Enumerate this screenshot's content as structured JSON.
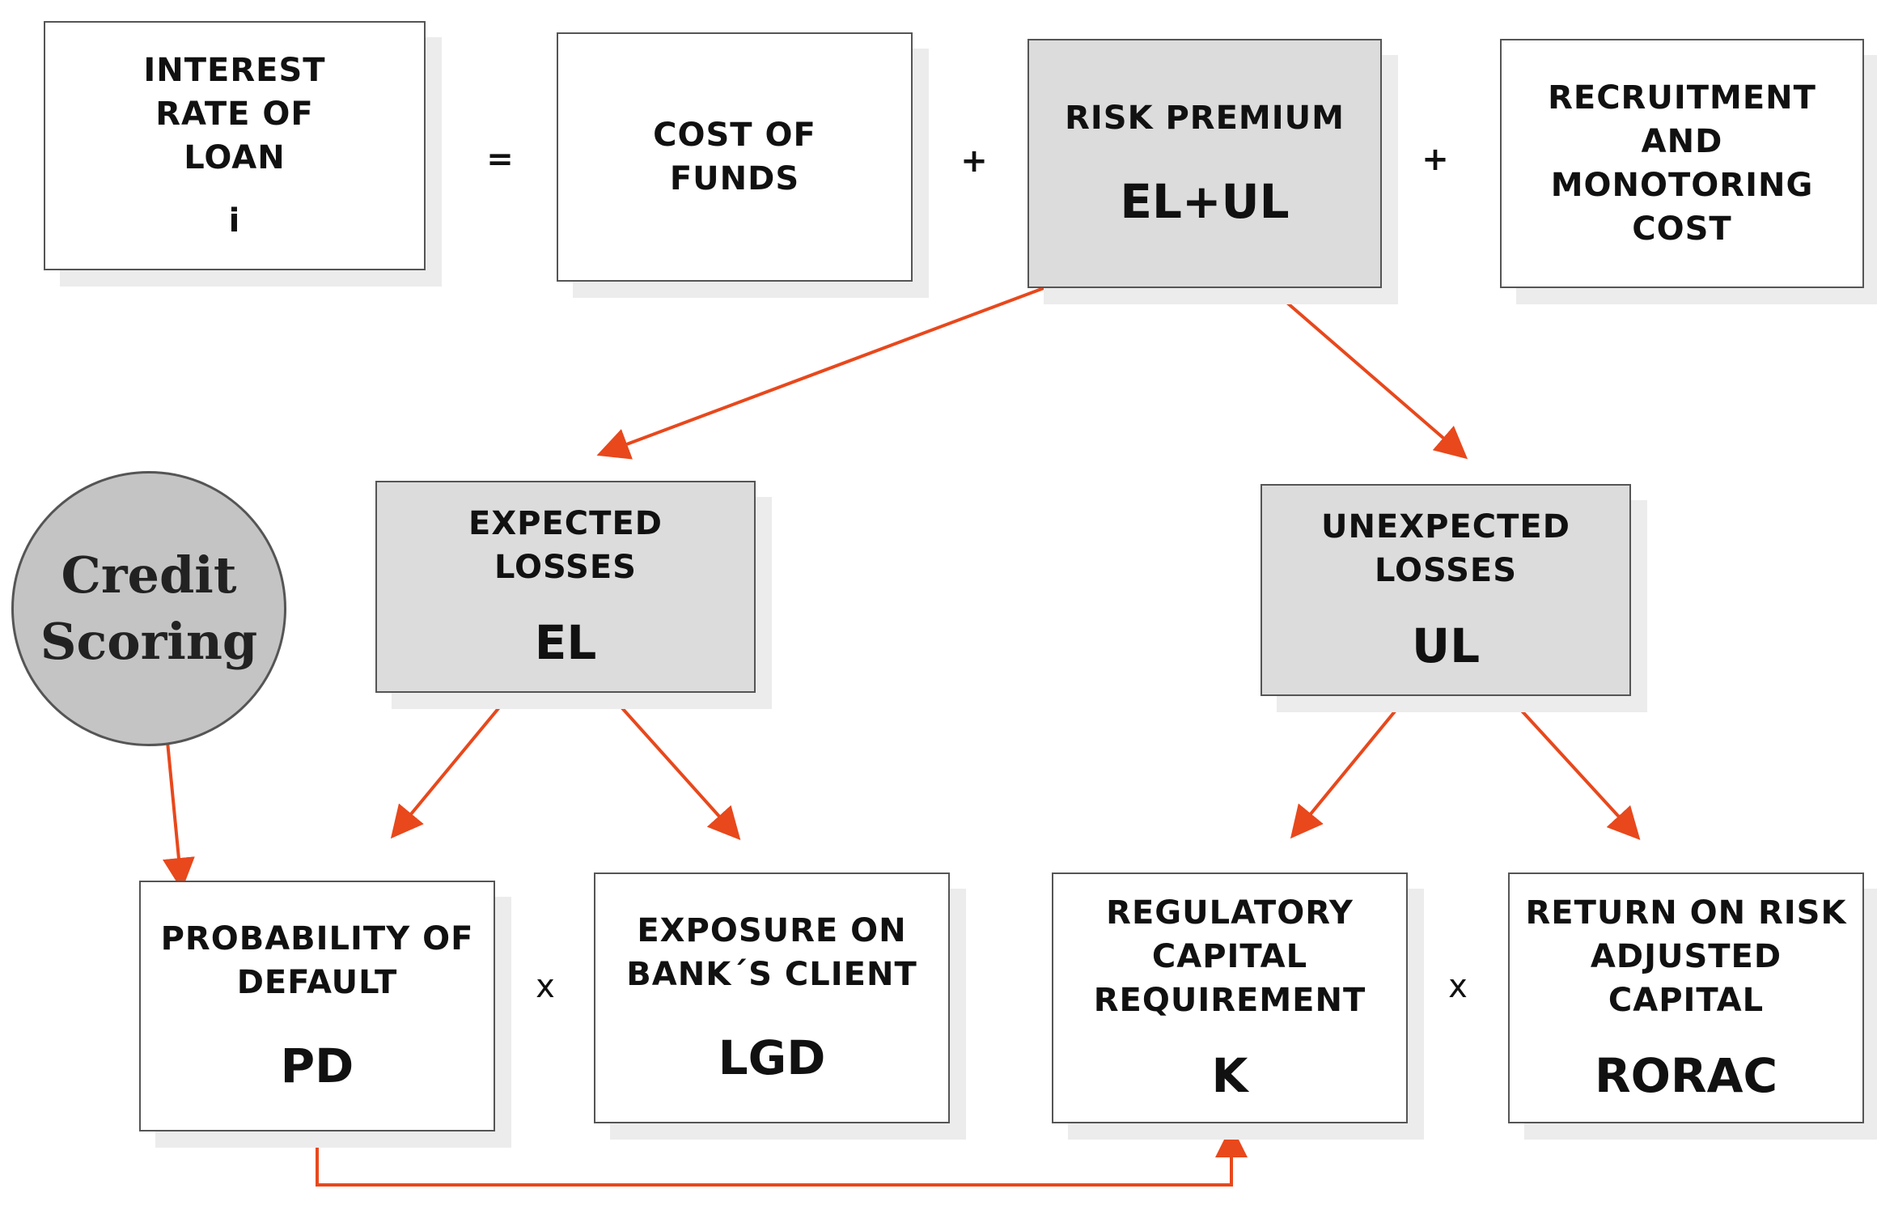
{
  "boxes": {
    "interest_rate": {
      "label": "INTEREST\nRATE OF\nLOAN",
      "symbol": "i"
    },
    "cost_of_funds": {
      "label": "COST OF\nFUNDS"
    },
    "risk_premium": {
      "label": "RISK PREMIUM",
      "symbol": "EL+UL"
    },
    "recruitment": {
      "label": "RECRUITMENT\nAND\nMONOTORING\nCOST"
    },
    "expected_losses": {
      "label": "EXPECTED\nLOSSES",
      "symbol": "EL"
    },
    "unexpected_losses": {
      "label": "UNEXPECTED\nLOSSES",
      "symbol": "UL"
    },
    "probability_of_default": {
      "label": "PROBABILITY OF\nDEFAULT",
      "symbol": "PD"
    },
    "exposure": {
      "label": "EXPOSURE ON\nBANK´S CLIENT",
      "symbol": "LGD"
    },
    "regulatory_capital": {
      "label": "REGULATORY\nCAPITAL\nREQUIREMENT",
      "symbol": "K"
    },
    "rorac": {
      "label": "RETURN ON RISK\nADJUSTED\nCAPITAL",
      "symbol": "RORAC"
    }
  },
  "credit_scoring": {
    "label": "Credit\nScoring"
  },
  "operators": {
    "equals": "=",
    "plus_1": "+",
    "plus_2": "+",
    "times_1": "x",
    "times_2": "x"
  },
  "colors": {
    "arrow": "#e8481c",
    "box_grey": "#dcdcdc",
    "circle": "#c4c4c4",
    "border": "#555555"
  }
}
